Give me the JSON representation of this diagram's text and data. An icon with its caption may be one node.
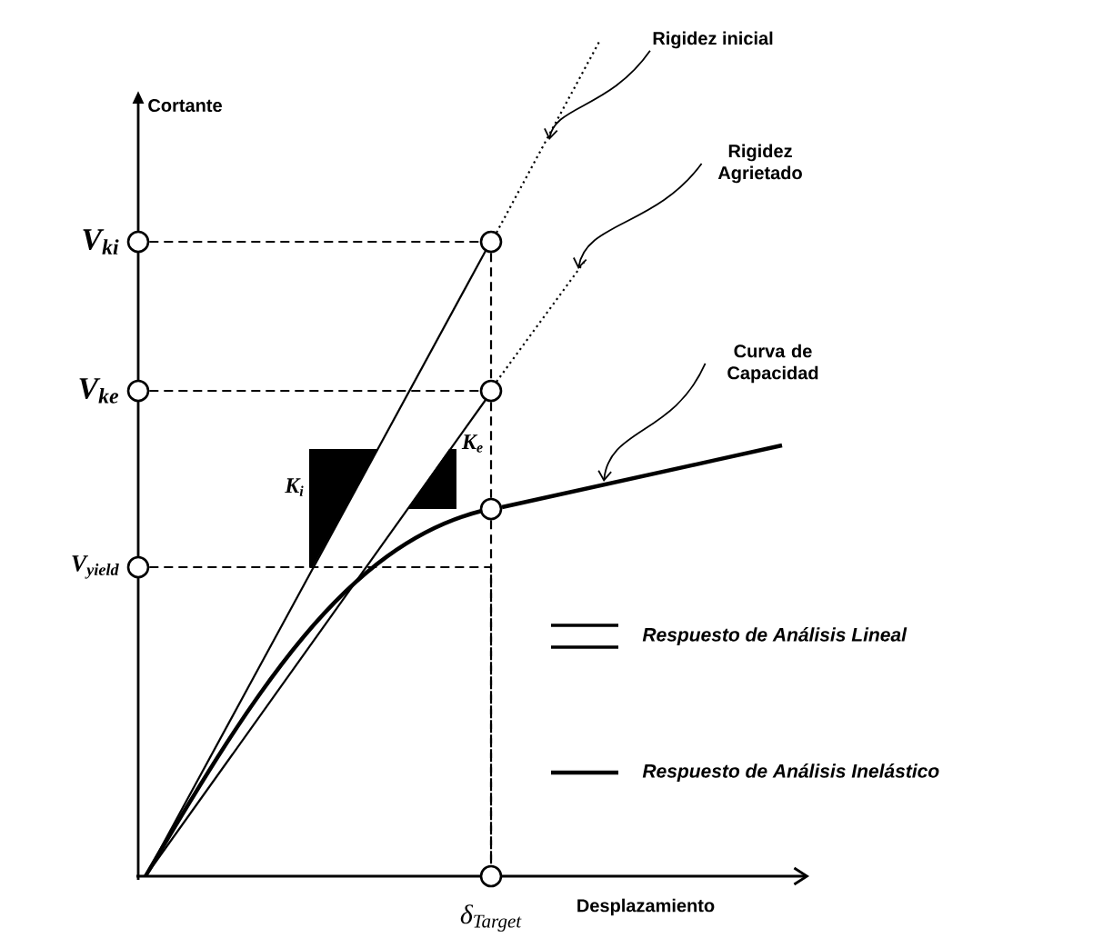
{
  "diagram": {
    "nodes": [
      {
        "text": [
          "Rigidez inicial"
        ]
      },
      {
        "text": [
          "Rigidez Agrietado"
        ]
      },
      {
        "text": [
          "Curva de Capacidad"
        ]
      },
      {
        "text": [],
        "shape": "circle"
      },
      {
        "text": [],
        "shape": "circle"
      },
      {
        "text": [],
        "shape": "circle"
      },
      {
        "text": [],
        "shape": "circle"
      },
      {
        "text": [],
        "shape": "circle"
      },
      {
        "text": [],
        "shape": "circle"
      },
      {
        "text": [],
        "shape": "circle"
      },
      {
        "text": [],
        "shape": "line"
      },
      {
        "text": [],
        "shape": "line"
      },
      {
        "text": [],
        "shape": "curve"
      }
    ],
    "edges": [
      {
        "from": 0,
        "to": 10,
        "arrow": "to"
      },
      {
        "from": 1,
        "to": 11,
        "arrow": "to"
      },
      {
        "from": 2,
        "to": 12,
        "arrow": "to"
      },
      {
        "from": 3,
        "to": 4,
        "arrow": "none",
        "style": "dashed"
      },
      {
        "from": 5,
        "to": 6,
        "arrow": "none",
        "style": "dashed"
      },
      {
        "from": 8,
        "to": 9,
        "arrow": "none",
        "style": "dashed"
      },
      {
        "from": 4,
        "to": 6,
        "arrow": "none",
        "style": "dashed"
      },
      {
        "from": 6,
        "to": 7,
        "arrow": "none",
        "style": "dashed"
      },
      {
        "from": 7,
        "to": 9,
        "arrow": "none",
        "style": "dashed"
      }
    ],
    "labels": [
      "Cortante",
      "V$_{ki}$",
      "V$_{ke}$",
      "K$_{i}$",
      "K$_{e}$",
      "V$_{yield}$",
      "δ$_{Target}$",
      "Desplazamiento"
    ],
    "legend": [
      {
        "text": "Respuesto de Análisis Lineal"
      },
      {
        "text": "Respuesto de Análisis Inelástico"
      }
    ]
  }
}
